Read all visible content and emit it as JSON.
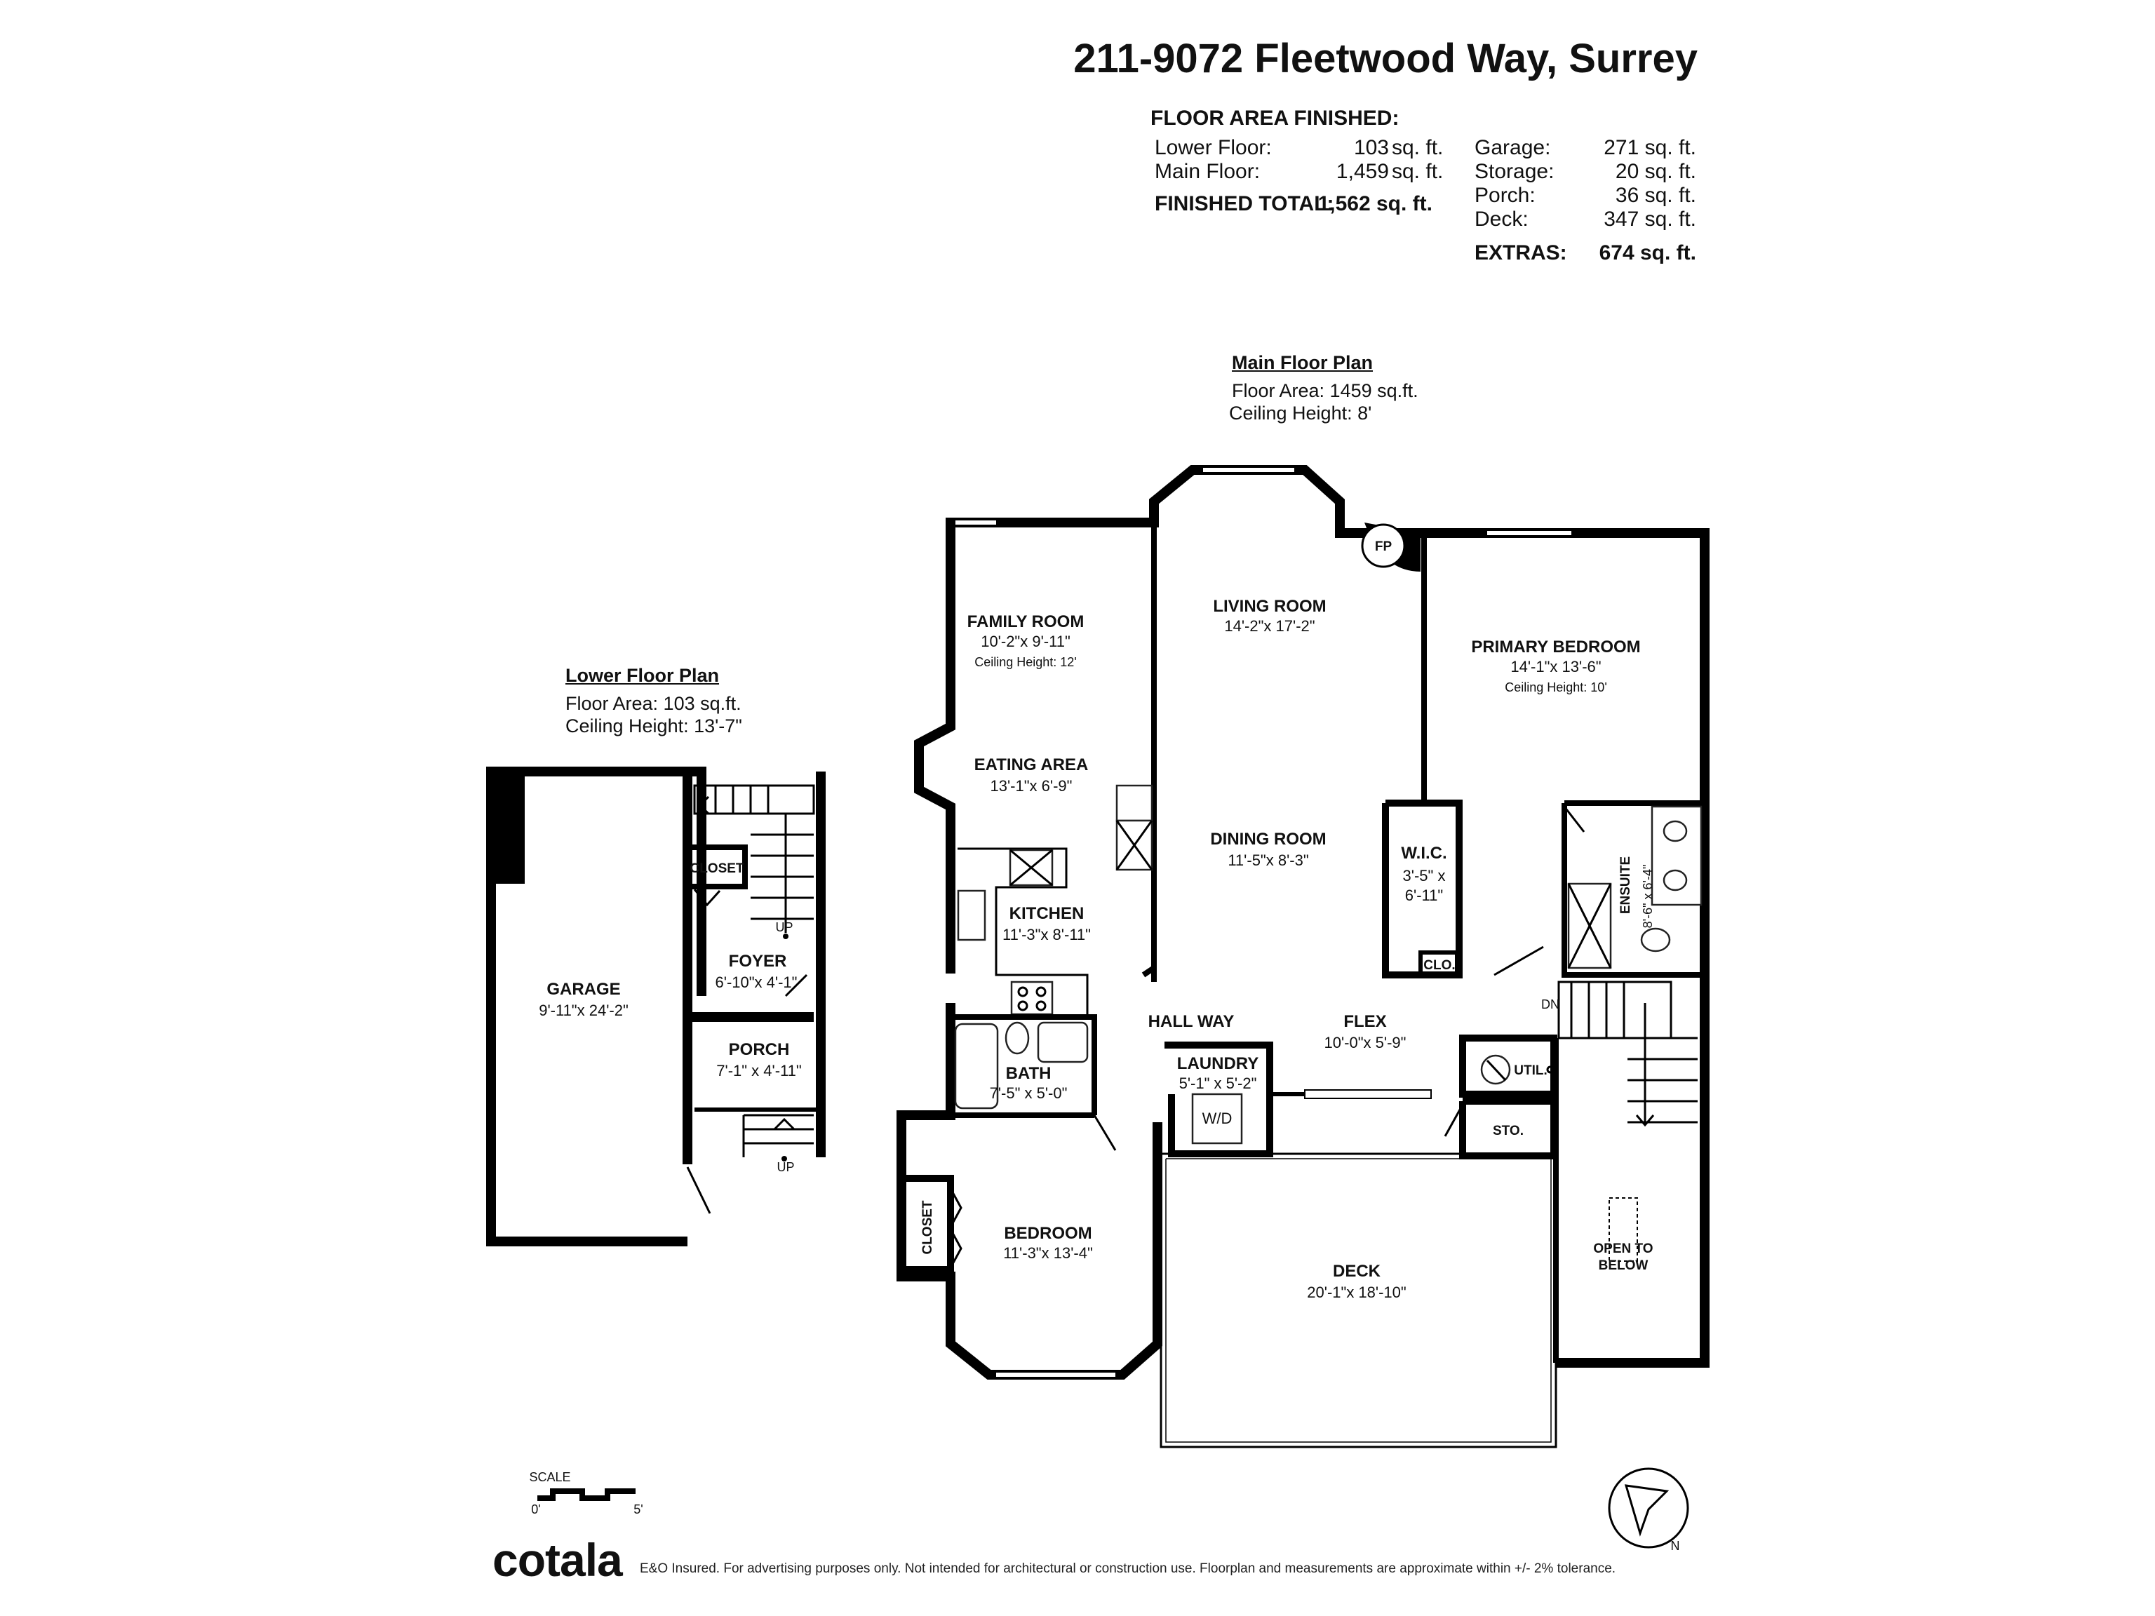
{
  "title": "211-9072 Fleetwood Way, Surrey",
  "summary": {
    "heading": "FLOOR AREA FINISHED:",
    "finished": [
      {
        "label": "Lower Floor:",
        "value": "103",
        "unit": "sq. ft."
      },
      {
        "label": "Main Floor:",
        "value": "1,459",
        "unit": "sq. ft."
      }
    ],
    "finished_total": {
      "label": "FINISHED TOTAL:",
      "value": "1,562 sq. ft."
    },
    "extras": [
      {
        "label": "Garage:",
        "value": "271 sq. ft."
      },
      {
        "label": "Storage:",
        "value": "20 sq. ft."
      },
      {
        "label": "Porch:",
        "value": "36 sq. ft."
      },
      {
        "label": "Deck:",
        "value": "347 sq. ft."
      }
    ],
    "extras_total": {
      "label": "EXTRAS:",
      "value": "674 sq. ft."
    }
  },
  "main_floor": {
    "title": "Main Floor Plan",
    "area": "Floor Area: 1459 sq.ft.",
    "ceiling": "Ceiling Height: 8'"
  },
  "lower_floor": {
    "title": "Lower Floor Plan",
    "area": "Floor Area: 103 sq.ft.",
    "ceiling": "Ceiling Height: 13'-7\""
  },
  "rooms": {
    "family_room": {
      "name": "FAMILY ROOM",
      "dims": "10'-2\"x 9'-11\"",
      "ceiling": "Ceiling Height: 12'"
    },
    "living_room": {
      "name": "LIVING ROOM",
      "dims": "14'-2\"x 17'-2\""
    },
    "fp": "FP",
    "primary_bedroom": {
      "name": "PRIMARY BEDROOM",
      "dims": "14'-1\"x 13'-6\"",
      "ceiling": "Ceiling Height: 10'"
    },
    "eating_area": {
      "name": "EATING AREA",
      "dims": "13'-1\"x 6'-9\""
    },
    "dining_room": {
      "name": "DINING ROOM",
      "dims": "11'-5\"x 8'-3\""
    },
    "wic": {
      "name": "W.I.C.",
      "dims1": "3'-5\" x",
      "dims2": "6'-11\""
    },
    "ensuite": {
      "name": "ENSUITE",
      "dims": "8'-6\" x 6'-4\""
    },
    "kitchen": {
      "name": "KITCHEN",
      "dims": "11'-3\"x 8'-11\""
    },
    "clo": "CLO.",
    "hall_way": "HALL WAY",
    "flex": {
      "name": "FLEX",
      "dims": "10'-0\"x 5'-9\""
    },
    "bath": {
      "name": "BATH",
      "dims": "7'-5\" x 5'-0\""
    },
    "laundry": {
      "name": "LAUNDRY",
      "dims": "5'-1\" x 5'-2\"",
      "wd": "W/D"
    },
    "util": "UTIL.",
    "sto": "STO.",
    "dn": "DN",
    "bedroom": {
      "name": "BEDROOM",
      "dims": "11'-3\"x 13'-4\""
    },
    "closet_bed": "CLOSET",
    "deck": {
      "name": "DECK",
      "dims": "20'-1\"x 18'-10\""
    },
    "open_below": {
      "line1": "OPEN TO",
      "line2": "BELOW"
    },
    "garage": {
      "name": "GARAGE",
      "dims": "9'-11\"x 24'-2\""
    },
    "closet_lower": "CLOSET",
    "foyer": {
      "name": "FOYER",
      "dims": "6'-10\"x 4'-1\""
    },
    "porch": {
      "name": "PORCH",
      "dims": "7'-1\" x 4'-11\""
    },
    "up_stair": "UP",
    "up_porch": "UP"
  },
  "scale": {
    "label": "SCALE",
    "start": "0'",
    "end": "5'"
  },
  "compass": {
    "north": "N"
  },
  "footer": {
    "brand": "cotala",
    "disclaimer": "E&O Insured. For advertising purposes only. Not intended for architectural or construction use. Floorplan and measurements are approximate within +/- 2% tolerance."
  }
}
